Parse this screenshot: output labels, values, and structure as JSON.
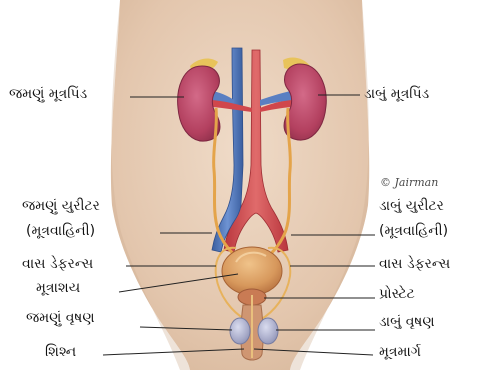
{
  "labels": {
    "right_kidney": "જમણું મૂત્રપિંડ",
    "left_kidney": "ડાબું મૂત્રપિંડ",
    "right_ureter_1": "જમણું યુરીટર",
    "right_ureter_2": "(મૂત્રવાહિની)",
    "left_ureter_1": "ડાબું યુરીટર",
    "left_ureter_2": "(મૂત્રવાહિની)",
    "vas_left": "વાસ ડેફરન્સ",
    "vas_right": "વાસ ડેફરન્સ",
    "bladder": "મૂત્રાશય",
    "prostate": "પ્રોસ્ટેટ",
    "right_testis": "જમણું વૃષણ",
    "left_testis": "ડાબું વૃષણ",
    "penis": "શિશ્ન",
    "urethra": "મૂત્રમાર્ગ"
  },
  "credit": "© Jairman",
  "colors": {
    "skin": "#e7d0bb",
    "kidney": "#b64368",
    "artery": "#c9474a",
    "vein": "#4b72b8",
    "ureter": "#e2a64d",
    "bladder": "#d99a59",
    "prostate": "#c97b54"
  }
}
